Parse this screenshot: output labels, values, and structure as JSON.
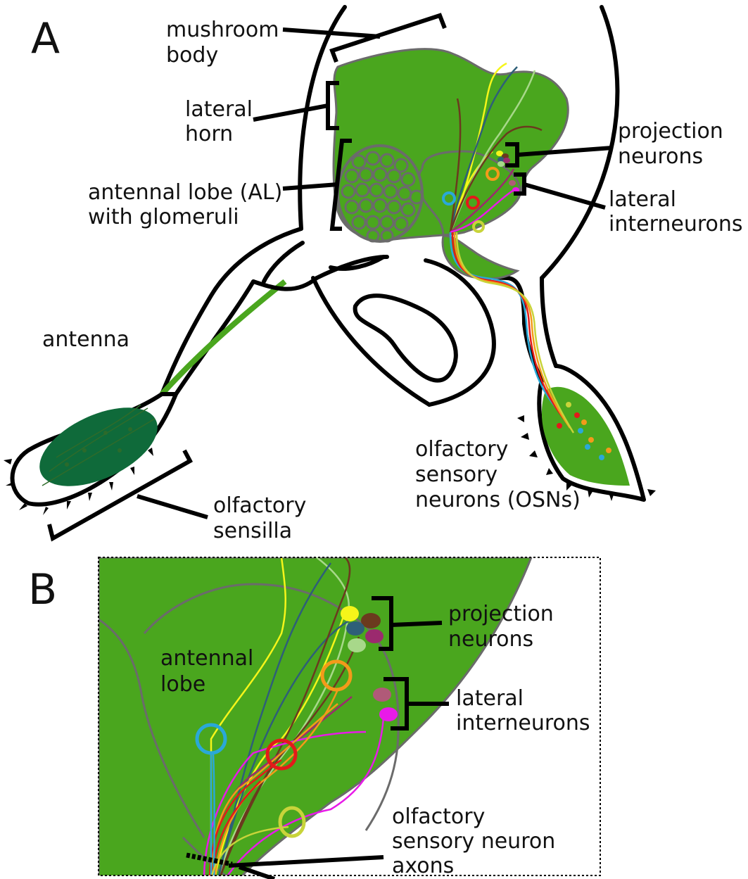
{
  "panels": {
    "A": {
      "letter": "A",
      "labels": {
        "mushroom_body": [
          "mushroom",
          "body"
        ],
        "lateral_horn": [
          "lateral",
          "horn"
        ],
        "antennal_lobe": [
          "antennal lobe (AL)",
          "with glomeruli"
        ],
        "projection_neurons": [
          "projection",
          "neurons"
        ],
        "lateral_interneurons": [
          "lateral",
          "interneurons"
        ],
        "antenna": "antenna",
        "olfactory_sensory_neurons": [
          "olfactory",
          "sensory",
          "neurons (OSNs)"
        ],
        "olfactory_sensilla": [
          "olfactory",
          "sensilla"
        ]
      }
    },
    "B": {
      "letter": "B",
      "labels": {
        "antennal_lobe": [
          "antennal",
          "lobe"
        ],
        "projection_neurons": [
          "projection",
          "neurons"
        ],
        "lateral_interneurons": [
          "lateral",
          "interneurons"
        ],
        "osn_axons": [
          "olfactory",
          "sensory neuron",
          "axons"
        ]
      }
    }
  },
  "colors": {
    "tissue_green": "#4aa61e",
    "tissue_outline": "#6b6b6b",
    "antenna_dark_green": "#0f6a3a",
    "sensilla_green": "#2f6b2a",
    "neuron_yellow": "#f5f51a",
    "neuron_brown": "#6b3a1e",
    "neuron_purple": "#9b2a6e",
    "neuron_teal": "#2e5f78",
    "neuron_light_green": "#a8d88a",
    "neuron_orange": "#f39a1a",
    "neuron_red": "#e31a1a",
    "neuron_blue": "#2aa8d8",
    "neuron_olive": "#c8d43a",
    "neuron_magenta": "#e81ae8",
    "neuron_mauve": "#b05a78"
  }
}
